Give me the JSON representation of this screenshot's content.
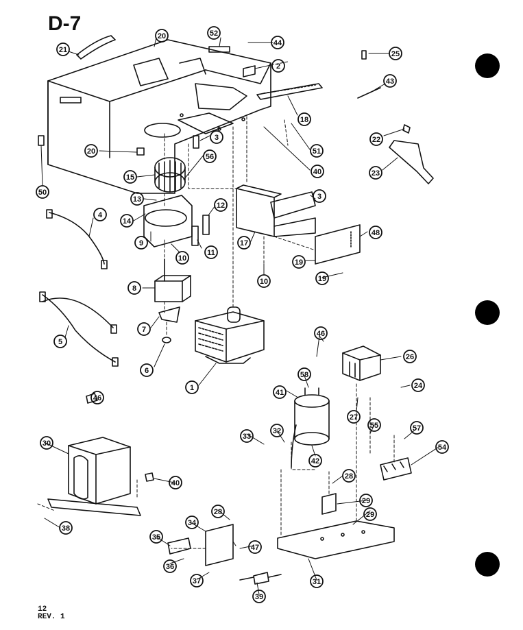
{
  "page": {
    "title": "D-7",
    "page_number": "12",
    "revision": "REV. 1"
  },
  "colors": {
    "ink": "#111111",
    "paper": "#ffffff"
  },
  "callouts": [
    {
      "id": "c01",
      "label": "21"
    },
    {
      "id": "c02",
      "label": "20"
    },
    {
      "id": "c03",
      "label": "52"
    },
    {
      "id": "c04",
      "label": "44"
    },
    {
      "id": "c05",
      "label": "25"
    },
    {
      "id": "c06",
      "label": "2"
    },
    {
      "id": "c07",
      "label": "43"
    },
    {
      "id": "c08",
      "label": "18"
    },
    {
      "id": "c09",
      "label": "22"
    },
    {
      "id": "c10",
      "label": "23"
    },
    {
      "id": "c11",
      "label": "51"
    },
    {
      "id": "c12",
      "label": "40"
    },
    {
      "id": "c13",
      "label": "20"
    },
    {
      "id": "c14",
      "label": "3"
    },
    {
      "id": "c15",
      "label": "50"
    },
    {
      "id": "c16",
      "label": "15"
    },
    {
      "id": "c17",
      "label": "56"
    },
    {
      "id": "c18",
      "label": "13"
    },
    {
      "id": "c19",
      "label": "3"
    },
    {
      "id": "c20",
      "label": "4"
    },
    {
      "id": "c21",
      "label": "14"
    },
    {
      "id": "c22",
      "label": "12"
    },
    {
      "id": "c23",
      "label": "9"
    },
    {
      "id": "c24",
      "label": "17"
    },
    {
      "id": "c25",
      "label": "48"
    },
    {
      "id": "c26",
      "label": "11"
    },
    {
      "id": "c27",
      "label": "10"
    },
    {
      "id": "c28",
      "label": "19"
    },
    {
      "id": "c29",
      "label": "10"
    },
    {
      "id": "c30",
      "label": "19"
    },
    {
      "id": "c31",
      "label": "8"
    },
    {
      "id": "c32",
      "label": "7"
    },
    {
      "id": "c33",
      "label": "5"
    },
    {
      "id": "c34",
      "label": "6"
    },
    {
      "id": "c35",
      "label": "1"
    },
    {
      "id": "c36",
      "label": "46"
    },
    {
      "id": "c37",
      "label": "26"
    },
    {
      "id": "c38",
      "label": "58"
    },
    {
      "id": "c39",
      "label": "24"
    },
    {
      "id": "c40",
      "label": "41"
    },
    {
      "id": "c41",
      "label": "27"
    },
    {
      "id": "c42",
      "label": "46"
    },
    {
      "id": "c43",
      "label": "32"
    },
    {
      "id": "c44",
      "label": "33"
    },
    {
      "id": "c45",
      "label": "55"
    },
    {
      "id": "c46",
      "label": "57"
    },
    {
      "id": "c47",
      "label": "42"
    },
    {
      "id": "c48",
      "label": "54"
    },
    {
      "id": "c49",
      "label": "30"
    },
    {
      "id": "c50",
      "label": "40"
    },
    {
      "id": "c51",
      "label": "28"
    },
    {
      "id": "c52",
      "label": "29"
    },
    {
      "id": "c53",
      "label": "38"
    },
    {
      "id": "c54",
      "label": "28"
    },
    {
      "id": "c55",
      "label": "34"
    },
    {
      "id": "c56",
      "label": "29"
    },
    {
      "id": "c57",
      "label": "35"
    },
    {
      "id": "c58",
      "label": "47"
    },
    {
      "id": "c59",
      "label": "36"
    },
    {
      "id": "c60",
      "label": "37"
    },
    {
      "id": "c61",
      "label": "31"
    },
    {
      "id": "c62",
      "label": "39"
    }
  ]
}
